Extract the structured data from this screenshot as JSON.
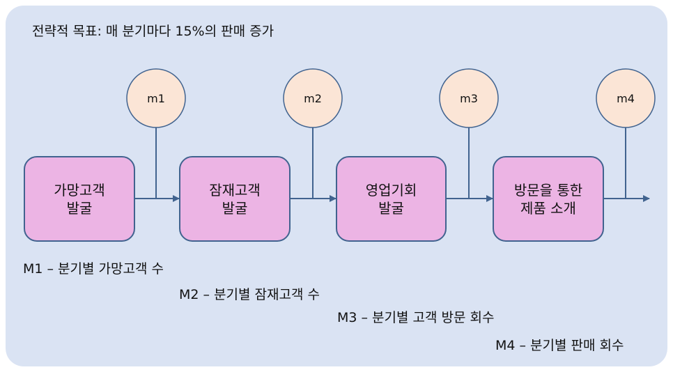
{
  "title": "전략적 목표: 매 분기마다 15%의 판매 증가",
  "colors": {
    "background": "#dae3f3",
    "box_fill": "#ecb4e4",
    "circle_fill": "#fbe5d6",
    "stroke": "#41638f"
  },
  "steps": [
    {
      "label_line1": "가망고객",
      "label_line2": "발굴",
      "metric": "m1"
    },
    {
      "label_line1": "잠재고객",
      "label_line2": "발굴",
      "metric": "m2"
    },
    {
      "label_line1": "영업기회",
      "label_line2": "발굴",
      "metric": "m3"
    },
    {
      "label_line1": "방문을 통한",
      "label_line2": "제품 소개",
      "metric": "m4"
    }
  ],
  "metrics": [
    {
      "text": "M1 – 분기별 가망고객 수"
    },
    {
      "text": "M2 – 분기별 잠재고객 수"
    },
    {
      "text": "M3 – 분기별 고객 방문 회수"
    },
    {
      "text": "M4 – 분기별 판매 회수"
    }
  ]
}
